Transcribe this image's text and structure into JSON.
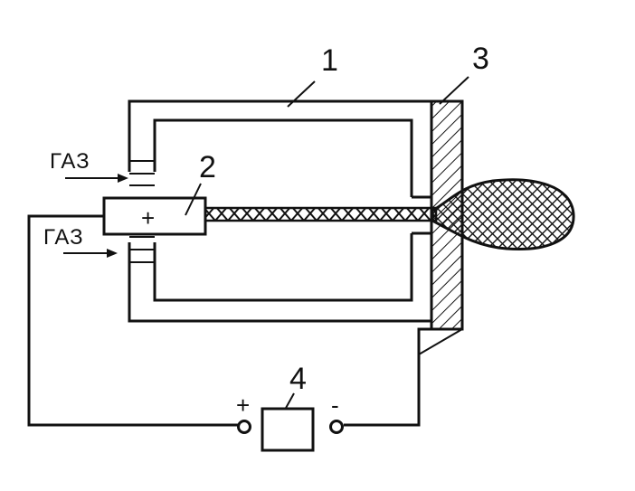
{
  "labels": {
    "chamber": "1",
    "electrode": "2",
    "plate": "3",
    "source": "4"
  },
  "gas_inlets": [
    "ГАЗ",
    "ГАЗ"
  ],
  "terminals": {
    "positive": "+",
    "negative": "-"
  },
  "electrode_sign": "+"
}
